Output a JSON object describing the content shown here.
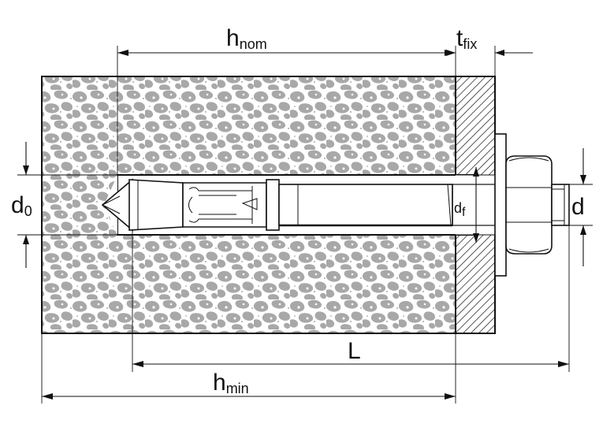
{
  "labels": {
    "h_nom": {
      "main": "h",
      "sub": "nom"
    },
    "t_fix": {
      "main": "t",
      "sub": "fix"
    },
    "d_0": {
      "main": "d",
      "sub": "0"
    },
    "d_f": {
      "main": "d",
      "sub": "f"
    },
    "d": {
      "main": "d"
    },
    "L": {
      "main": "L"
    },
    "h_min": {
      "main": "h",
      "sub": "min"
    }
  },
  "colors": {
    "line": "#111111",
    "concrete_base": "#ffffff",
    "concrete_aggregate": "#a8a8a8",
    "hatch": "#222222"
  }
}
